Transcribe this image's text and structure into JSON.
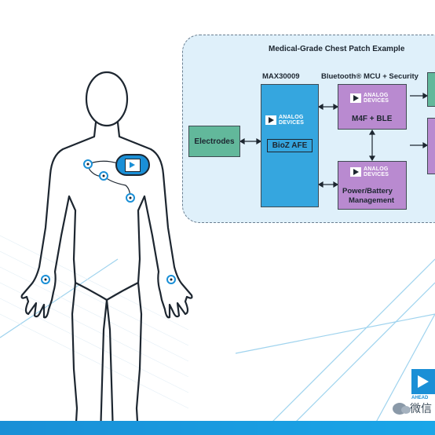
{
  "panel": {
    "title": "Medical-Grade Chest Patch Example",
    "afe_chip_label": "MAX30009",
    "mcu_label": "Bluetooth® MCU + Security"
  },
  "blocks": {
    "electrodes": "Electrodes",
    "afe": "BioZ AFE",
    "m4f": "M4F + BLE",
    "power_line1": "Power/Battery",
    "power_line2": "Management"
  },
  "logo": {
    "line1": "ANALOG",
    "line2": "DEVICES"
  },
  "corner": {
    "text": "AHEAD"
  },
  "watermark": {
    "text": "微信"
  },
  "colors": {
    "afe": "#35a6df",
    "mcu": "#b98ad0",
    "electrodes": "#62b89b",
    "panel": "#dff0fa",
    "accent": "#1a8fd6"
  }
}
